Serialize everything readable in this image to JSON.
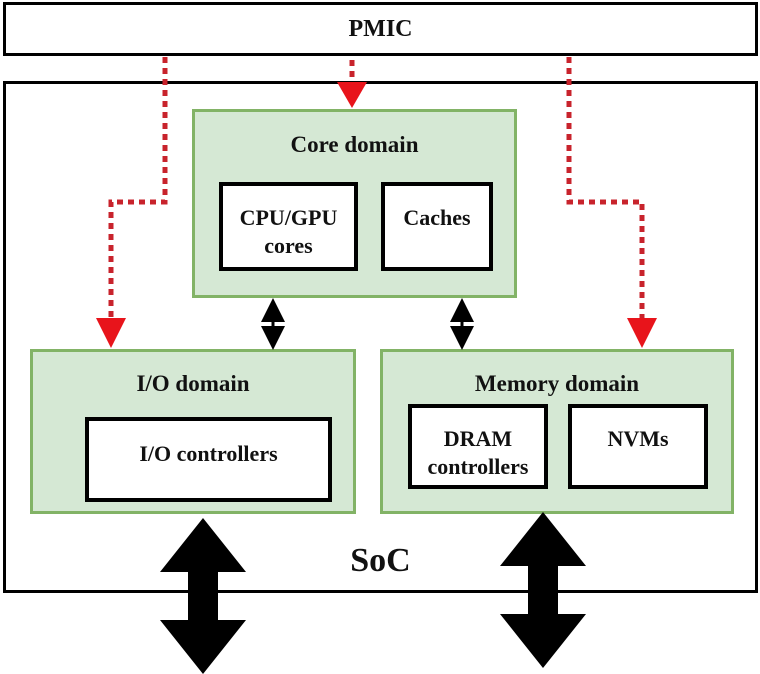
{
  "pmic": {
    "label": "PMIC"
  },
  "soc": {
    "label": "SoC"
  },
  "core_domain": {
    "title": "Core domain",
    "blocks": [
      {
        "line1": "CPU/GPU",
        "line2": "cores"
      },
      {
        "line1": "Caches",
        "line2": ""
      }
    ]
  },
  "io_domain": {
    "title": "I/O domain",
    "blocks": [
      {
        "line1": "I/O controllers",
        "line2": ""
      }
    ]
  },
  "memory_domain": {
    "title": "Memory domain",
    "blocks": [
      {
        "line1": "DRAM",
        "line2": "controllers"
      },
      {
        "line1": "NVMs",
        "line2": ""
      }
    ]
  },
  "colors": {
    "domain_fill": "#d5e8d4",
    "domain_border": "#82b366",
    "power_arrow": "#e8141b",
    "power_dots": "#c8232c",
    "data_arrow": "#000000"
  },
  "connections": [
    {
      "from": "PMIC",
      "to": "Core domain",
      "type": "power"
    },
    {
      "from": "PMIC",
      "to": "I/O domain",
      "type": "power"
    },
    {
      "from": "PMIC",
      "to": "Memory domain",
      "type": "power"
    },
    {
      "from": "Core domain",
      "to": "I/O domain",
      "type": "bidirectional-data"
    },
    {
      "from": "Core domain",
      "to": "Memory domain",
      "type": "bidirectional-data"
    },
    {
      "from": "I/O domain",
      "to": "external",
      "type": "bidirectional-data"
    },
    {
      "from": "Memory domain",
      "to": "external",
      "type": "bidirectional-data"
    }
  ]
}
